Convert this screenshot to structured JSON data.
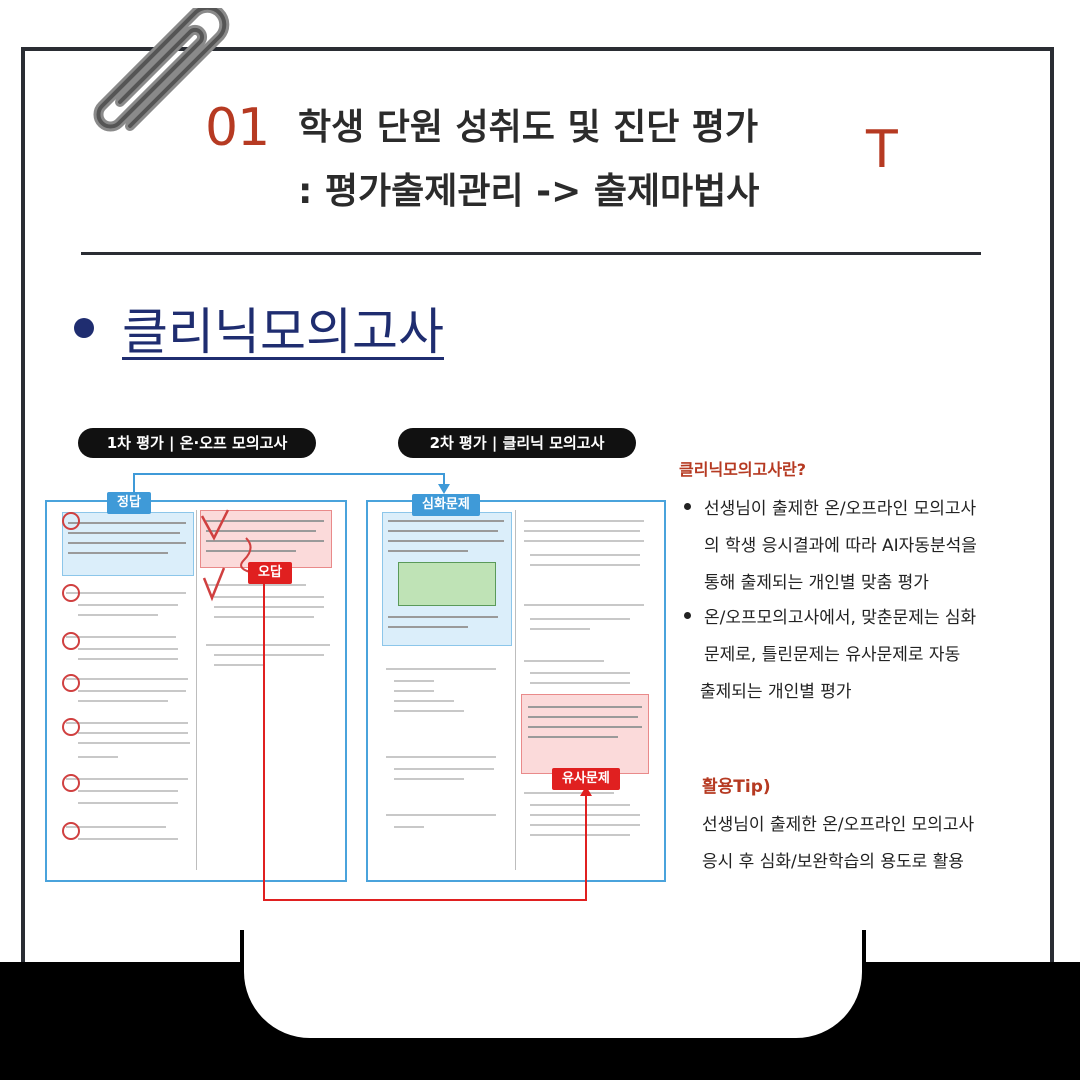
{
  "header": {
    "number": "01",
    "title_line1": "학생 단원 성취도 및 진단 평가",
    "title_line2": ": 평가출제관리 -> 출제마법사",
    "side_letter": "T"
  },
  "section": {
    "title": "클리닉모의고사"
  },
  "illustration": {
    "pill_left": "1차 평가 | 온·오프 모의고사",
    "pill_right": "2차 평가 | 클리닉 모의고사",
    "tag_answer": "정답",
    "tag_wrong": "오답",
    "tag_advanced": "심화문제",
    "tag_similar": "유사문제"
  },
  "info": {
    "heading": "클리닉모의고사란?",
    "bullet1_lines": [
      "선생님이 출제한 온/오프라인 모의고사",
      "의 학생 응시결과에 따라 AI자동분석을",
      "통해 출제되는 개인별 맞춤 평가"
    ],
    "bullet2_lines": [
      "온/오프모의고사에서, 맞춘문제는 심화",
      "문제로, 틀린문제는 유사문제로 자동",
      "출제되는 개인별 평가"
    ]
  },
  "tip": {
    "heading": "활용Tip)",
    "lines": [
      "선생님이 출제한 온/오프라인 모의고사",
      "응시 후 심화/보완학습의 용도로 활용"
    ]
  },
  "colors": {
    "accent": "#b63a22",
    "navy": "#1f2d70",
    "blue": "#3f9ad8",
    "red": "#e02020"
  },
  "icons": {
    "clip": "paperclip-icon"
  }
}
